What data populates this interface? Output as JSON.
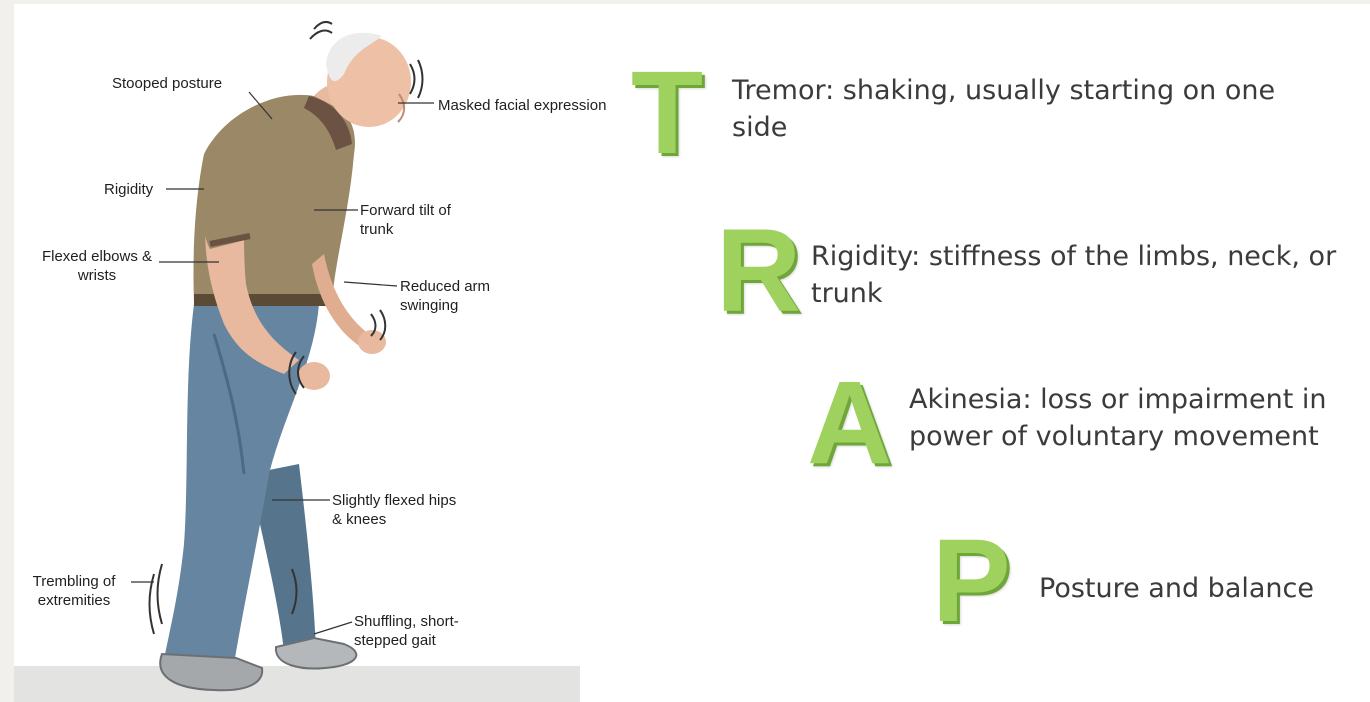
{
  "figure": {
    "labels": {
      "stooped_posture": "Stooped posture",
      "masked_facial": "Masked facial expression",
      "rigidity": "Rigidity",
      "forward_tilt": "Forward tilt of trunk",
      "flexed_elbows": "Flexed elbows & wrists",
      "reduced_arm": "Reduced arm swinging",
      "slightly_flexed": "Slightly flexed hips & knees",
      "trembling": "Trembling of extremities",
      "shuffling": "Shuffling, short-stepped gait"
    }
  },
  "trap": [
    {
      "letter": "T",
      "text": "Tremor: shaking, usually starting on one side"
    },
    {
      "letter": "R",
      "text": "Rigidity: stiffness of the limbs, neck, or trunk"
    },
    {
      "letter": "A",
      "text": "Akinesia: loss or impairment in power of voluntary movement"
    },
    {
      "letter": "P",
      "text": "Posture and balance"
    }
  ],
  "colors": {
    "letter_fill": "#9fd15f",
    "letter_shadow": "#6ea63a",
    "shirt": "#9a8866",
    "pants": "#5f7f99",
    "shoes": "#a9adb0"
  }
}
